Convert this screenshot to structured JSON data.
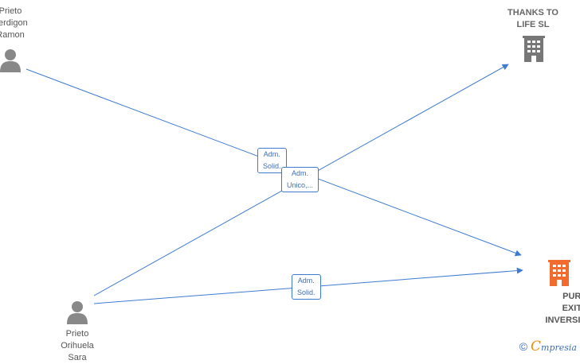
{
  "nodes": {
    "person_top_left": {
      "name": "Prieto\nVerdigon\nRamon"
    },
    "company_thanks": {
      "name": "THANKS TO\nLIFE  SL",
      "color": "#777777"
    },
    "company_puro": {
      "name": "PURO\nEXITO\nINVERSIONES",
      "color": "#f26b2f"
    },
    "person_bottom": {
      "name": "Prieto\nOrihuela\nSara"
    }
  },
  "edges": [
    {
      "from": "person_top_left",
      "to": "company_puro",
      "label": "Adm.\nSolid."
    },
    {
      "from": "person_bottom",
      "to": "company_thanks",
      "label": "Adm.\nUnico,..."
    },
    {
      "from": "person_bottom",
      "to": "company_puro",
      "label": "Adm.\nSolid."
    }
  ],
  "footer": {
    "copyright": "©",
    "brand_first": "C",
    "brand_rest": "mpresia"
  },
  "colors": {
    "edge": "#3d7bd0",
    "person_icon": "#888888"
  }
}
